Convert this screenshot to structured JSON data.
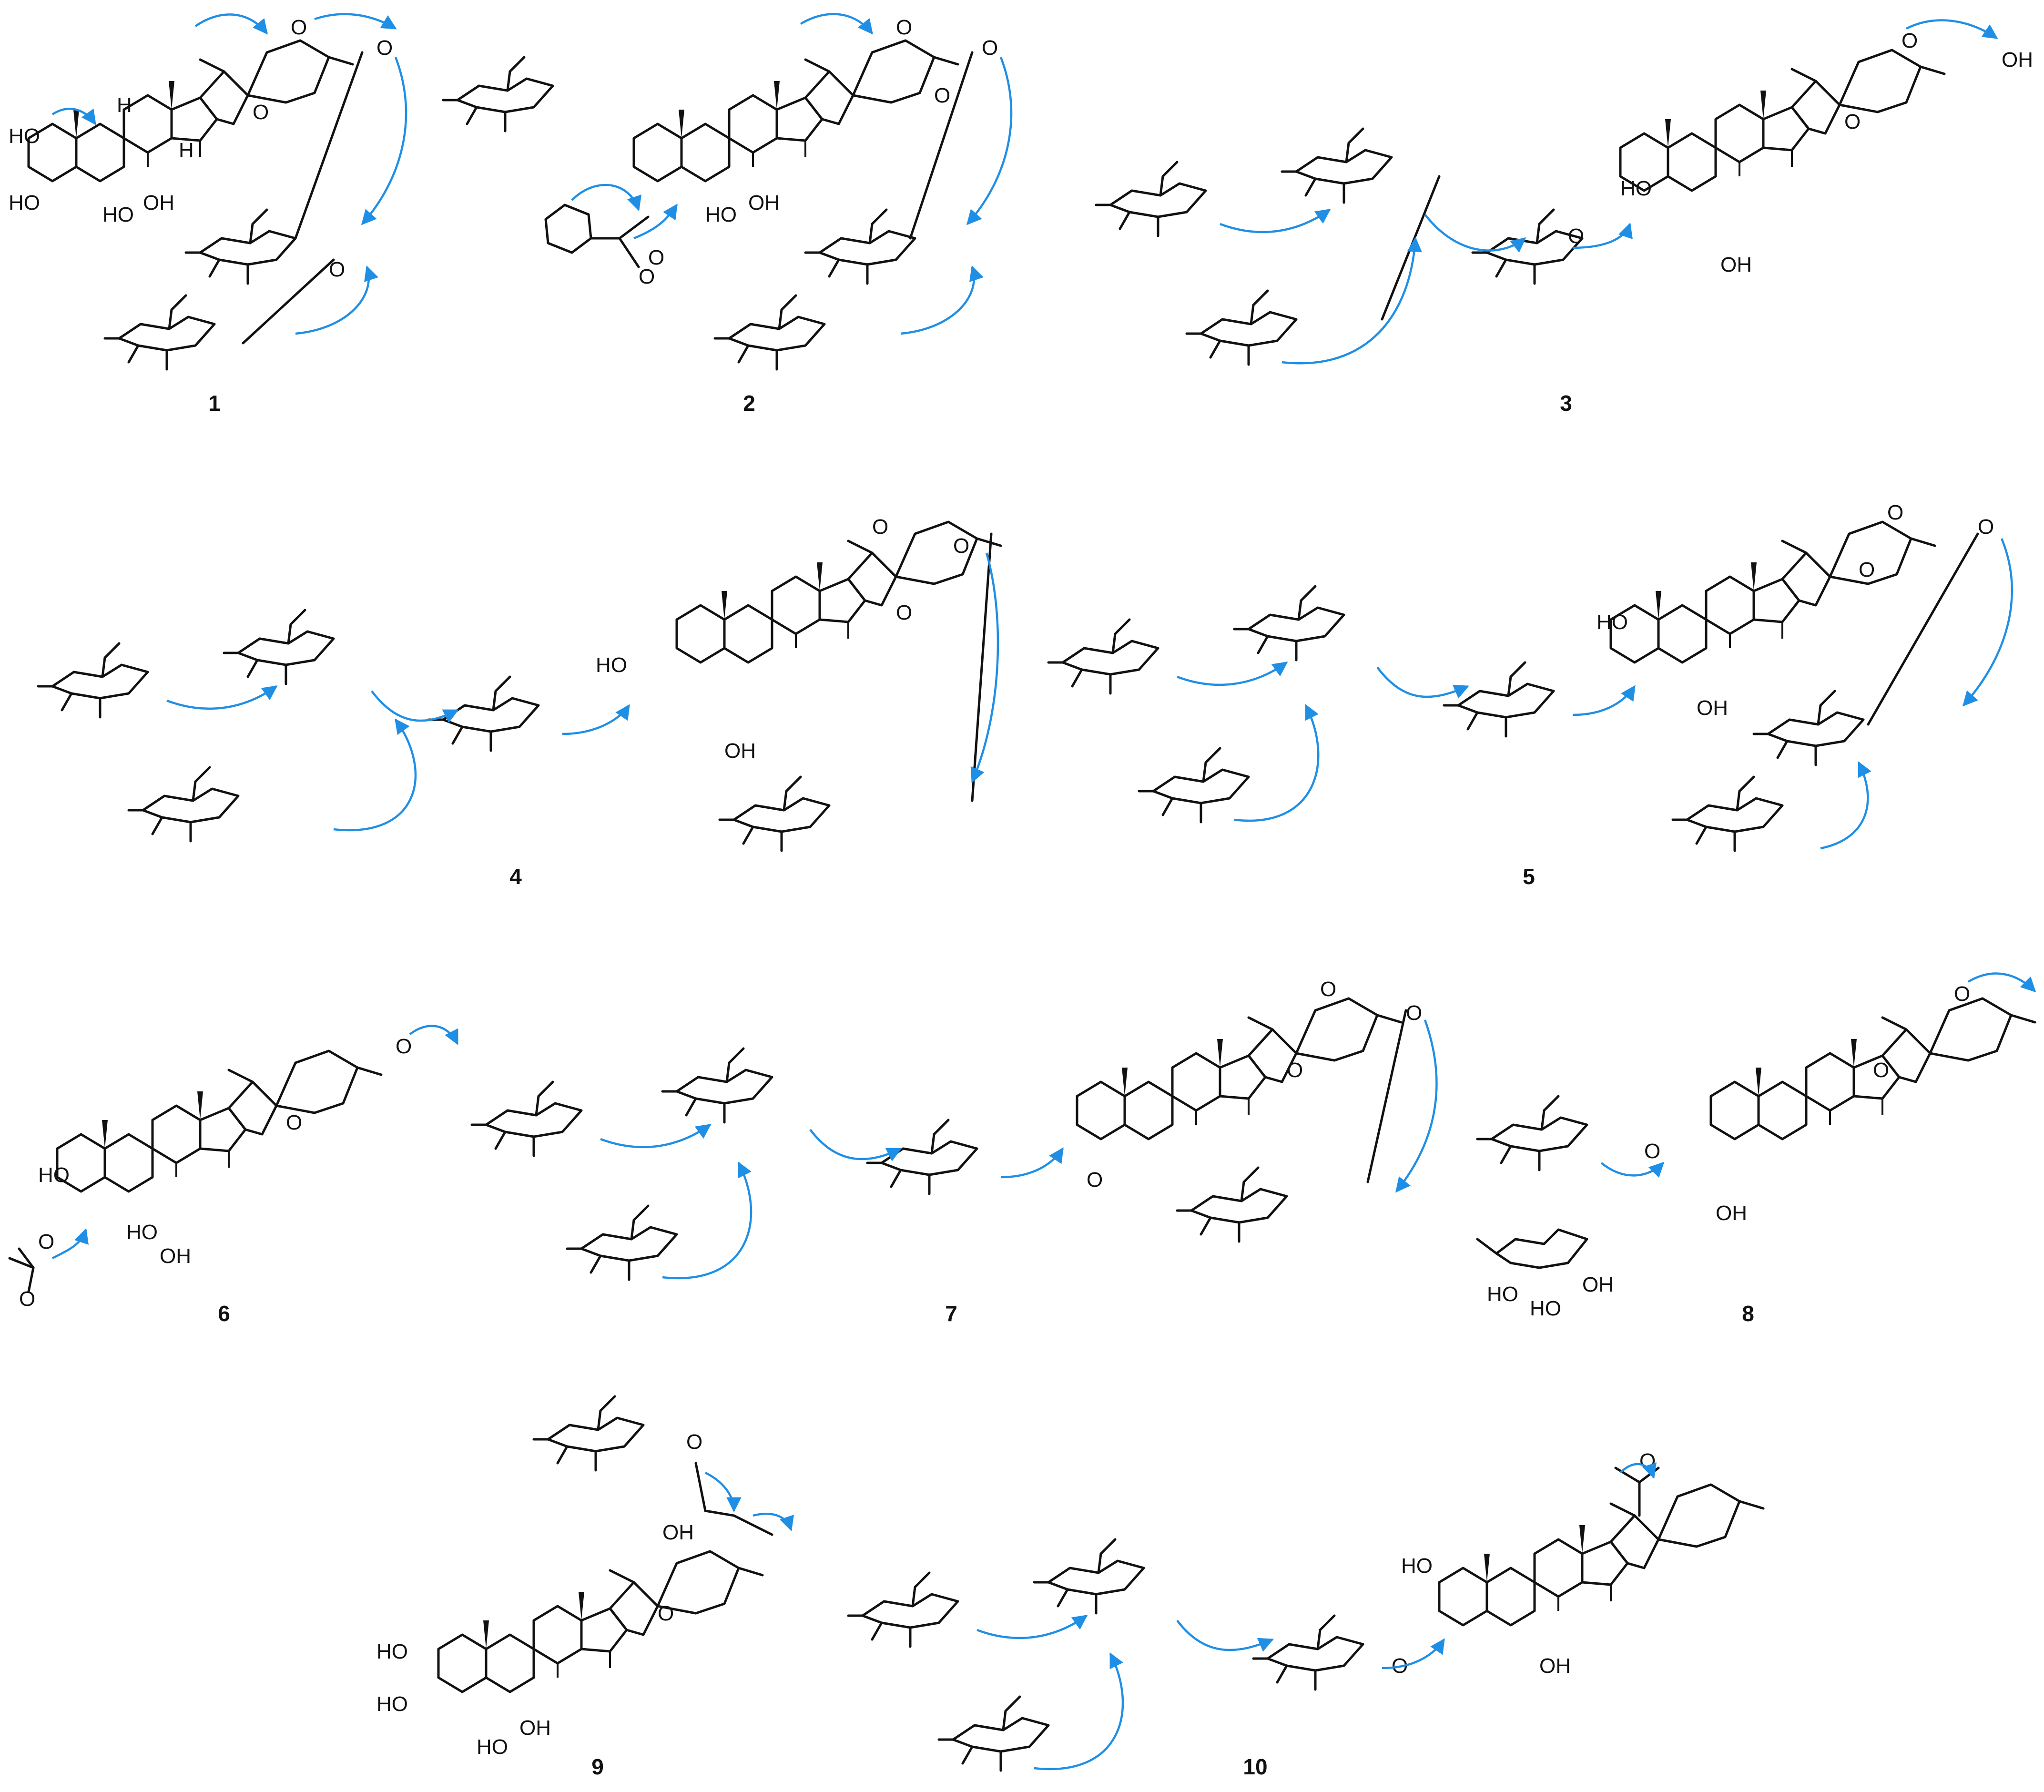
{
  "figure": {
    "compounds": [
      {
        "id": "1"
      },
      {
        "id": "2"
      },
      {
        "id": "3"
      },
      {
        "id": "4"
      },
      {
        "id": "5"
      },
      {
        "id": "6"
      },
      {
        "id": "7"
      },
      {
        "id": "8"
      },
      {
        "id": "9"
      },
      {
        "id": "10"
      }
    ],
    "atom_labels": {
      "oh": "OH",
      "ho": "HO",
      "o": "O",
      "h": "H"
    },
    "colors": {
      "hmbc_arrow": "#1f8fe6",
      "bond": "#111111",
      "background": "#ffffff"
    }
  }
}
